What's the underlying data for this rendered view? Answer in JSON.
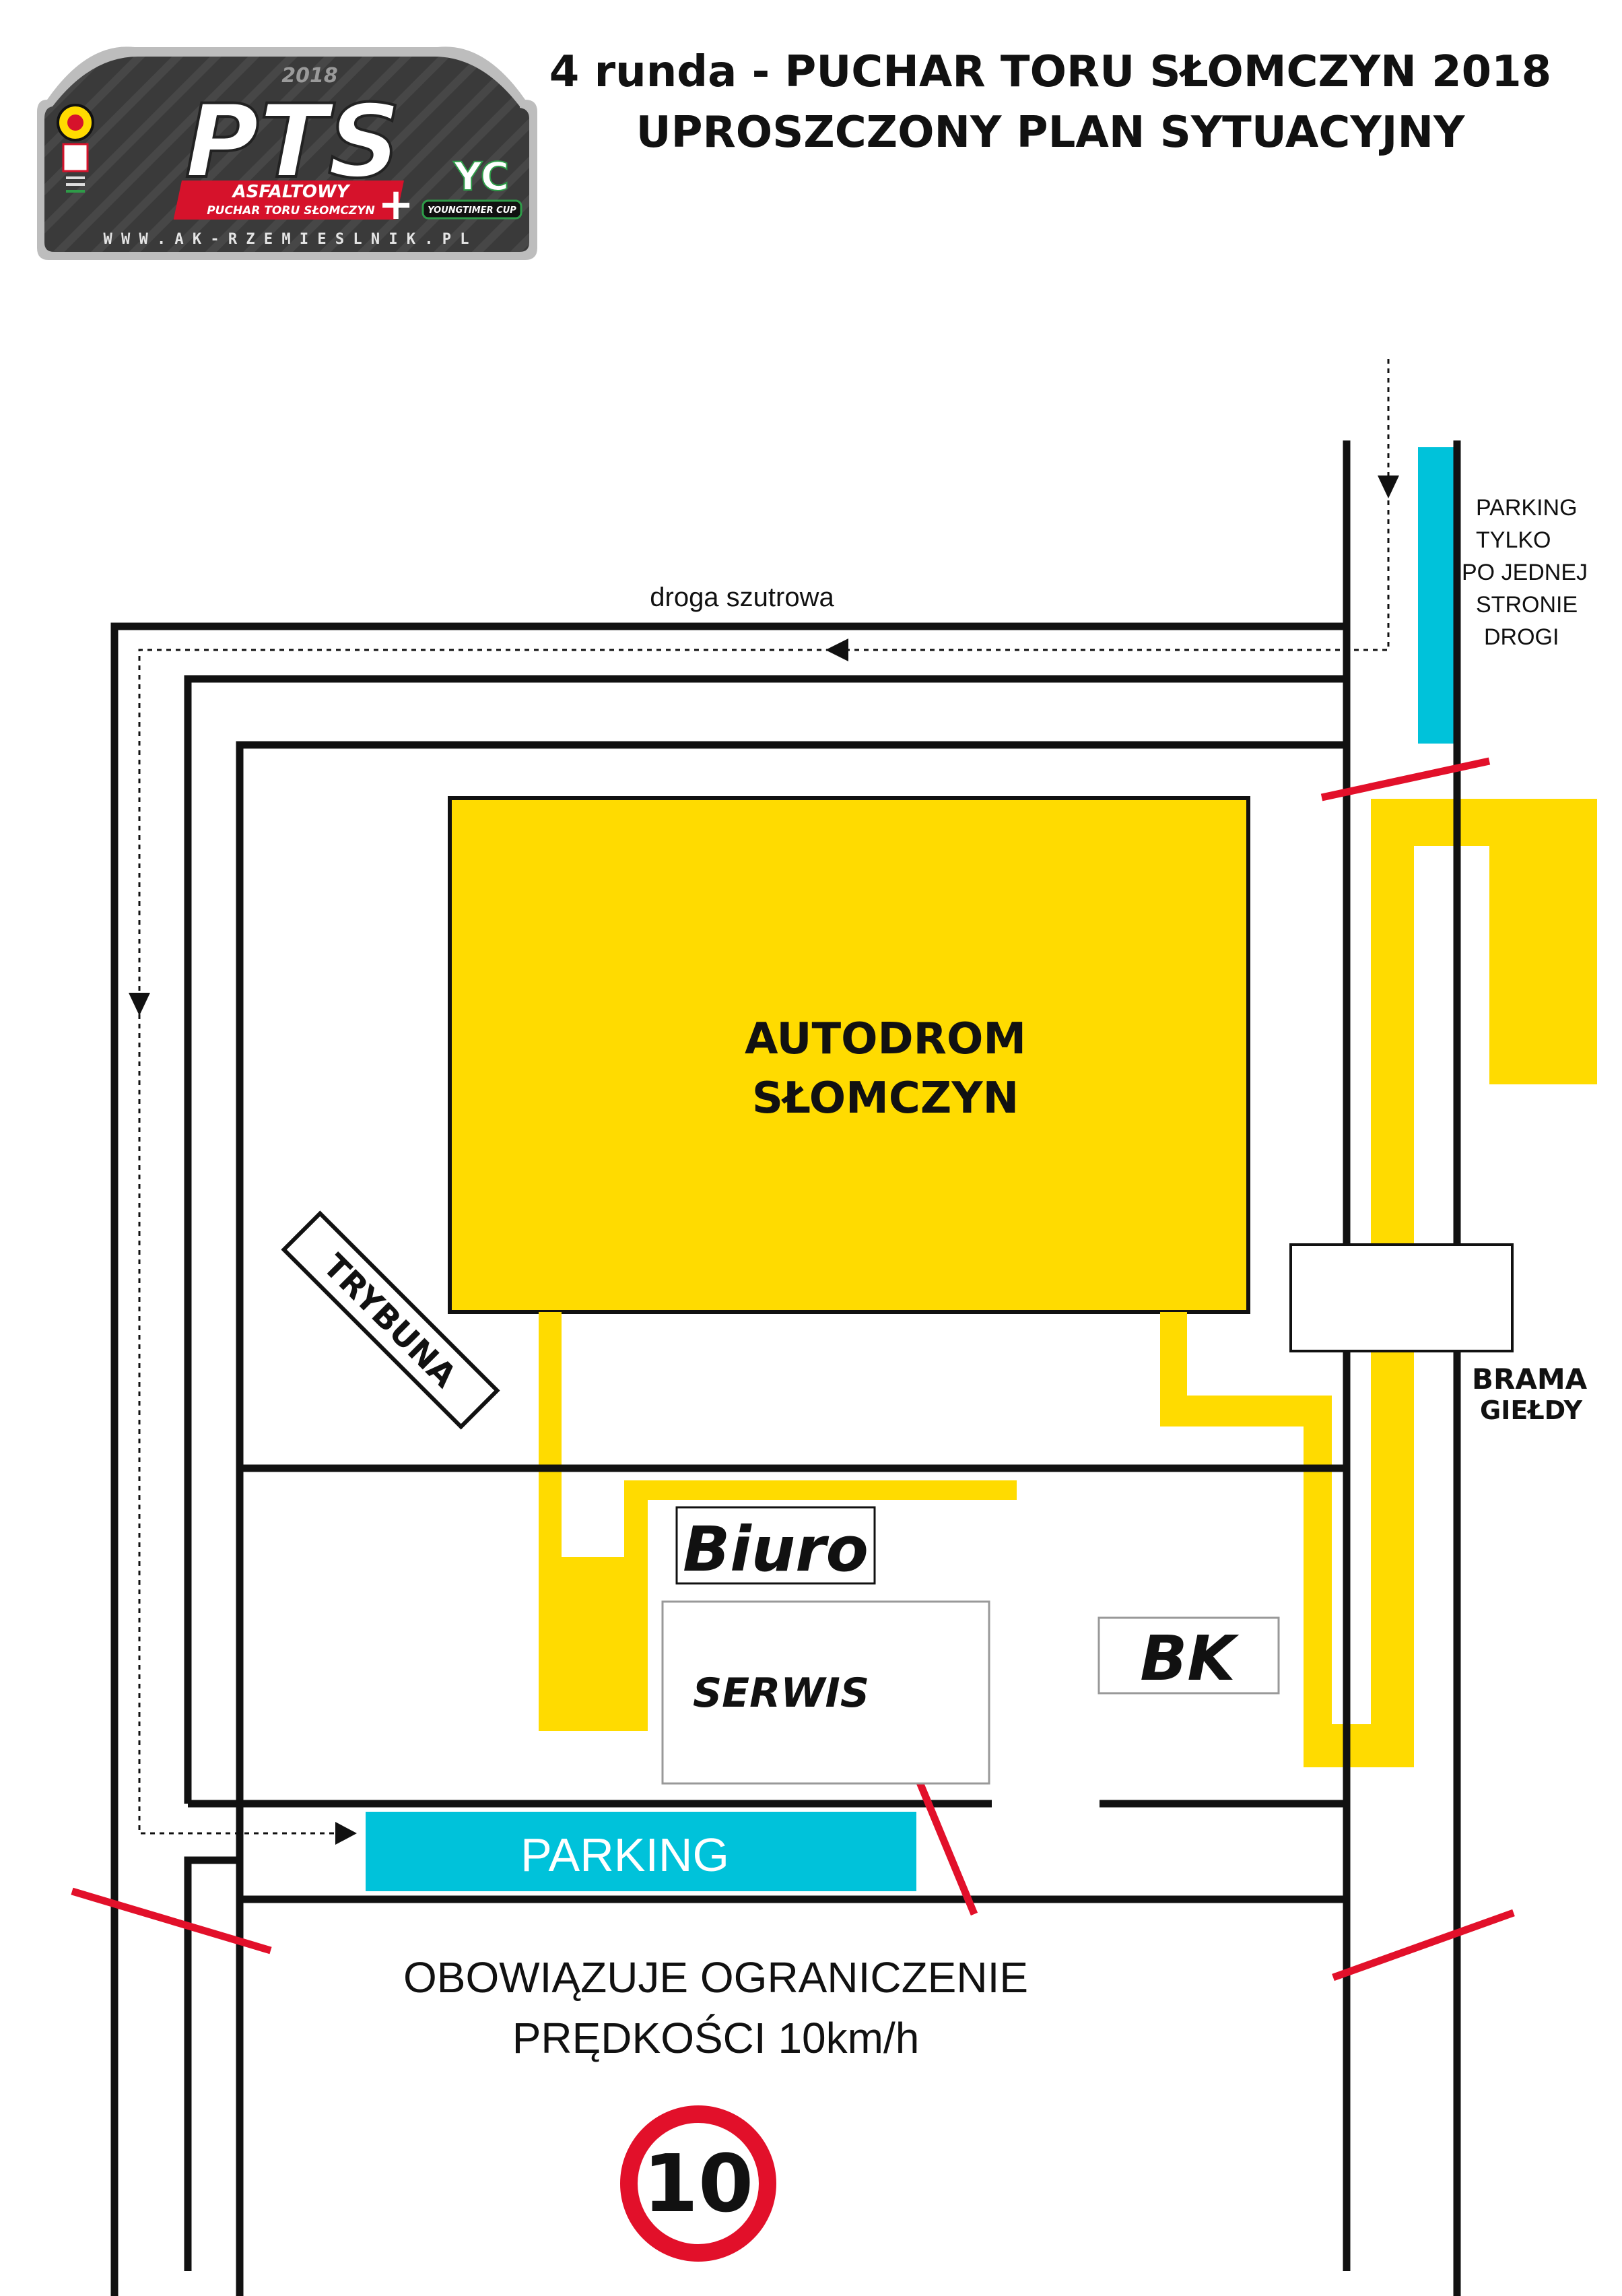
{
  "header": {
    "title_line1": "4 runda - PUCHAR TORU SŁOMCZYN 2018",
    "title_line2": "UPROSZCZONY PLAN SYTUACYJNY"
  },
  "logo": {
    "year": "2018",
    "letters": "PTS",
    "banner_line1": "ASFALTOWY",
    "banner_line2": "PUCHAR TORU SŁOMCZYN",
    "plus": "+",
    "yc_label": "YOUNGTIMER CUP",
    "website": "W W W . A K - R Z E M I E S L N I K . P L"
  },
  "labels": {
    "gravel_road": "droga szutrowa",
    "parking_one_side": [
      "PARKING",
      "TYLKO",
      "PO JEDNEJ",
      "STRONIE",
      "DROGI"
    ],
    "autodrom_line1": "AUTODROM",
    "autodrom_line2": "SŁOMCZYN",
    "trybuna": "TRYBUNA",
    "biuro": "Biuro",
    "serwis": "SERWIS",
    "bk": "BK",
    "brama_line1": "BRAMA",
    "brama_line2": "GIEŁDY",
    "parking": "PARKING",
    "speed_limit_line1": "OBOWIĄZUJE OGRANICZENIE",
    "speed_limit_line2": "PRĘDKOŚCI 10km/h",
    "speed_sign_value": "10"
  },
  "colors": {
    "venue_yellow": "#FFDB00",
    "parking_cyan": "#00C2DA",
    "barrier_red": "#E2102A",
    "road_black": "#111111",
    "logo_red": "#D6122B",
    "logo_green": "#2E9B48"
  }
}
